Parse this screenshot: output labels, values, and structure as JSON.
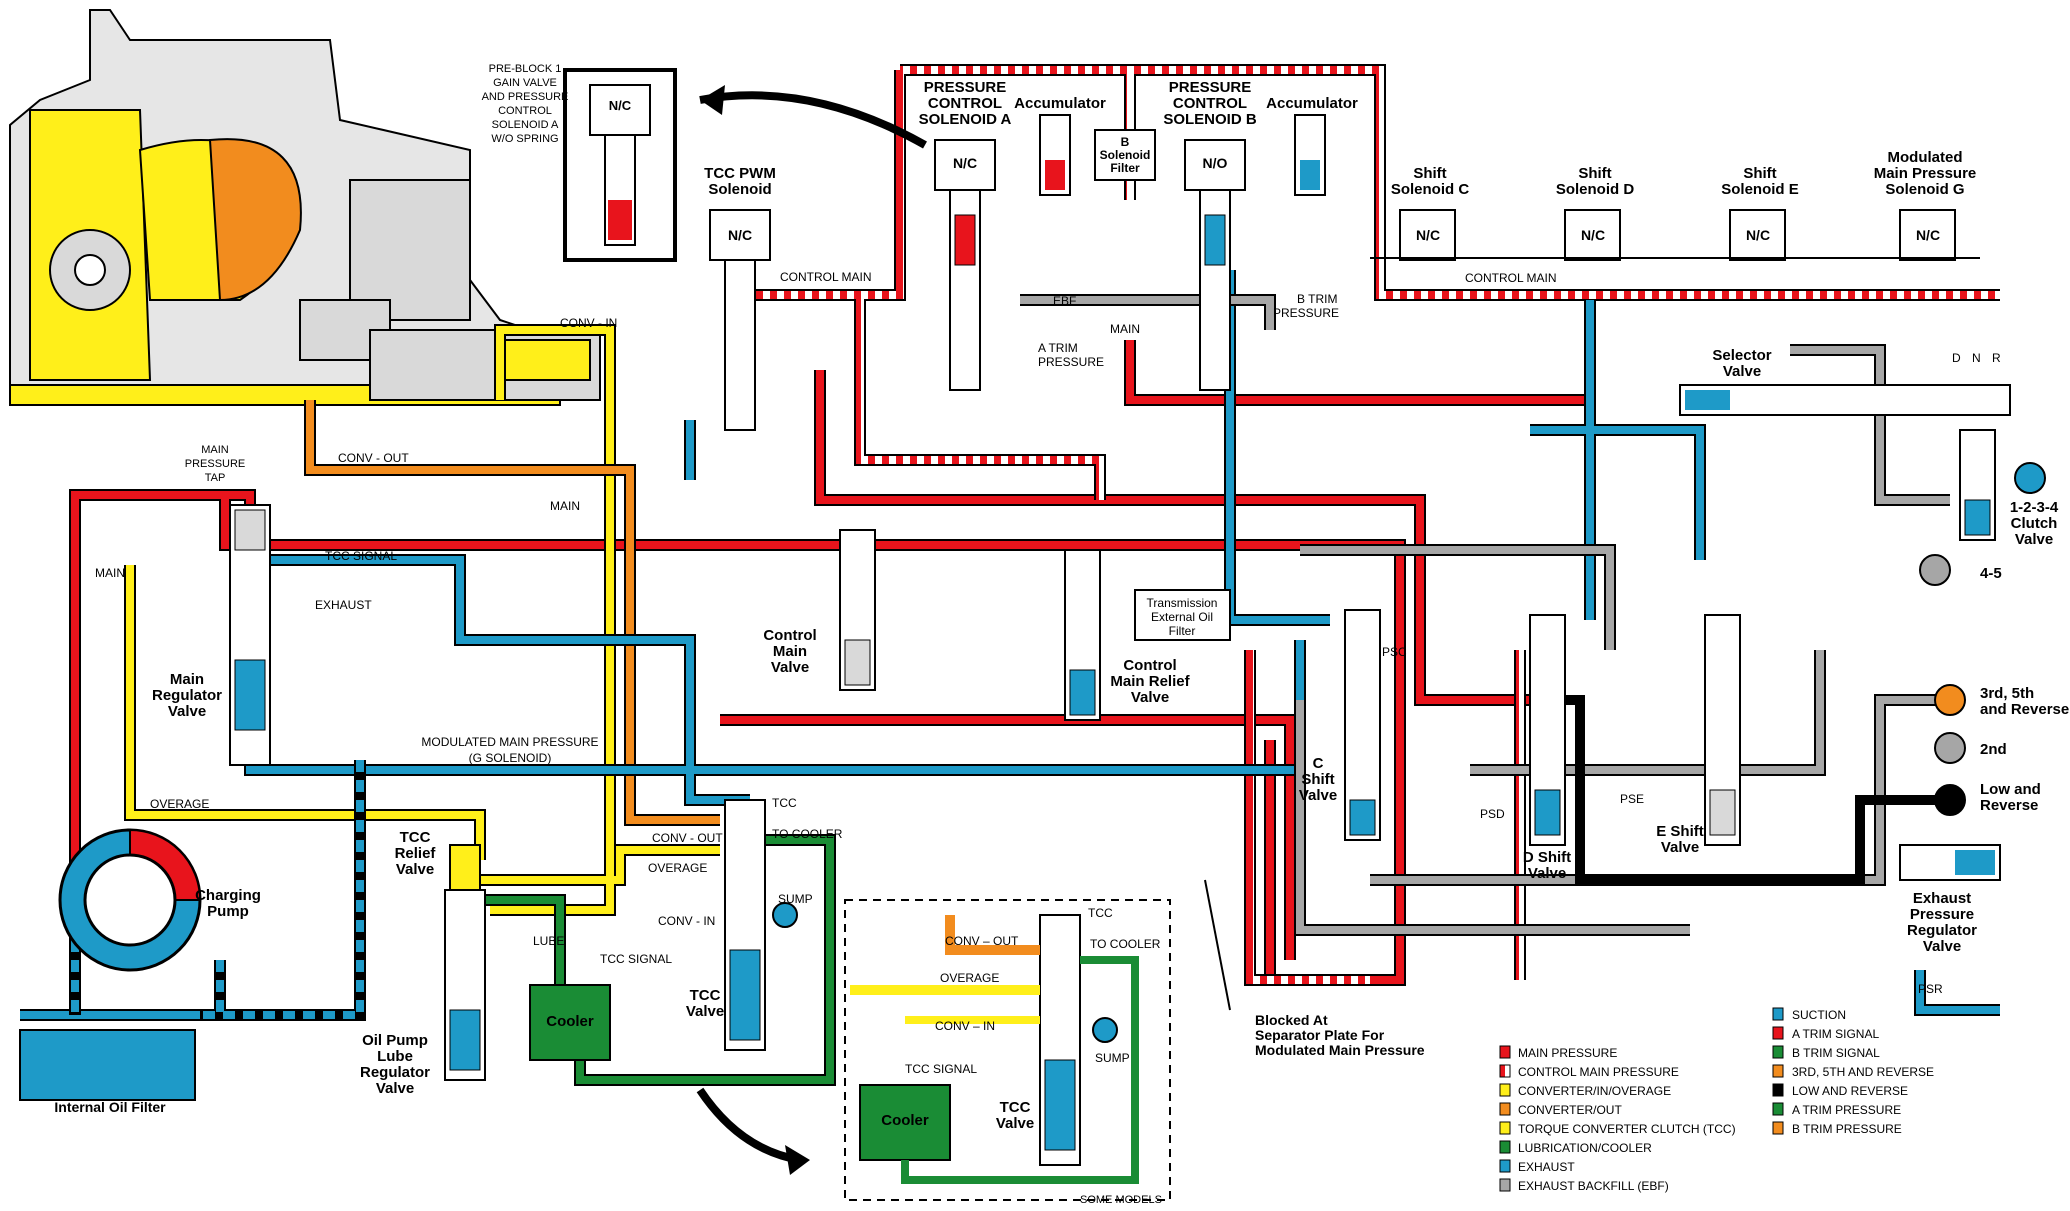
{
  "colors": {
    "main": "#e8141c",
    "control_main": "#e8141c",
    "converter_in": "#ffef1a",
    "converter_out": "#f28c1e",
    "tcc": "#ffef1a",
    "lube": "#1a8c35",
    "exhaust": "#1e9ac8",
    "ebf": "#a6a6a6",
    "low_rev": "#000000",
    "sump": "#1e9ac8"
  },
  "callouts": {
    "preblock": [
      "PRE-BLOCK 1",
      "GAIN VALVE",
      "AND PRESSURE",
      "CONTROL",
      "SOLENOID A",
      "W/O SPRING"
    ],
    "blocked": [
      "Blocked  At",
      "Separator Plate For",
      "Modulated Main Pressure"
    ],
    "some_models": "SOME MODELS"
  },
  "solenoids": {
    "psa": [
      "PRESSURE",
      "CONTROL",
      "SOLENOID A"
    ],
    "psb": [
      "PRESSURE",
      "CONTROL",
      "SOLENOID B"
    ],
    "accumulator": "Accumulator",
    "b_filter": [
      "B",
      "Solenoid",
      "Filter"
    ],
    "tcc_pwm": [
      "TCC PWM",
      "Solenoid"
    ],
    "shift_c": [
      "Shift",
      "Solenoid C"
    ],
    "shift_d": [
      "Shift",
      "Solenoid D"
    ],
    "shift_e": [
      "Shift",
      "Solenoid E"
    ],
    "mod_g": [
      "Modulated",
      "Main Pressure",
      "Solenoid G"
    ],
    "nc": "N/C",
    "no": "N/O"
  },
  "lines": {
    "control_main_left": "CONTROL  MAIN",
    "control_main_right": "CONTROL  MAIN",
    "ebf": "EBF",
    "main_top": "MAIN",
    "a_trim": [
      "A TRIM",
      "PRESSURE"
    ],
    "b_trim": [
      "B TRIM",
      "PRESSURE"
    ],
    "conv_in_top": "CONV - IN",
    "conv_out": "CONV - OUT",
    "main_pressure_tap": [
      "MAIN",
      "PRESSURE",
      "TAP"
    ],
    "main_left": "MAIN",
    "main_mid": "MAIN",
    "tcc_signal": "TCC SIGNAL",
    "exhaust": "EXHAUST",
    "modulated": [
      "MODULATED MAIN PRESSURE",
      "(G SOLENOID)"
    ],
    "overage": "OVERAGE",
    "overage2": "OVERAGE",
    "conv_out2": "CONV - OUT",
    "conv_in2": "CONV - IN",
    "tcc_signal2": "TCC SIGNAL",
    "lube": "LUBE",
    "tcc": "TCC",
    "to_cooler": "TO COOLER",
    "sump": "SUMP",
    "psr": "PSR",
    "psc": "PSC",
    "psd": "PSD",
    "pse": "PSE",
    "dnr": [
      "D",
      "N",
      "R"
    ]
  },
  "components": {
    "main_regulator": [
      "Main",
      "Regulator",
      "Valve"
    ],
    "charging_pump": [
      "Charging",
      "Pump"
    ],
    "internal_filter": "Internal Oil Filter",
    "oil_pump_lube": [
      "Oil Pump",
      "Lube",
      "Regulator",
      "Valve"
    ],
    "tcc_relief": [
      "TCC",
      "Relief",
      "Valve"
    ],
    "cooler": "Cooler",
    "tcc_valve": [
      "TCC",
      "Valve"
    ],
    "control_main_valve": [
      "Control",
      "Main",
      "Valve"
    ],
    "control_main_relief": [
      "Control",
      "Main Relief",
      "Valve"
    ],
    "trans_filter": [
      "Transmission",
      "External Oil",
      "Filter"
    ],
    "c_shift": [
      "C",
      "Shift",
      "Valve"
    ],
    "d_shift": [
      "D Shift",
      "Valve"
    ],
    "e_shift": [
      "E Shift",
      "Valve"
    ],
    "selector": [
      "Selector",
      "Valve"
    ],
    "clutch_1234": [
      "1-2-3-4",
      "Clutch",
      "Valve"
    ],
    "exhaust_reg": [
      "Exhaust",
      "Pressure",
      "Regulator",
      "Valve"
    ]
  },
  "clutches": {
    "c45": "4-5",
    "c3rd": [
      "3rd, 5th",
      "and Reverse"
    ],
    "c2nd": "2nd",
    "clow": [
      "Low and",
      "Reverse"
    ]
  },
  "inset": {
    "conv_out": "CONV – OUT",
    "tcc": "TCC",
    "to_cooler": "TO COOLER",
    "overage": "OVERAGE",
    "conv_in": "CONV – IN",
    "sump": "SUMP",
    "tcc_signal": "TCC SIGNAL",
    "cooler": "Cooler",
    "tcc_valve": [
      "TCC",
      "Valve"
    ]
  },
  "legend": {
    "left": [
      "MAIN  PRESSURE",
      "CONTROL MAIN PRESSURE",
      "CONVERTER/IN/OVERAGE",
      "CONVERTER/OUT",
      "TORQUE CONVERTER CLUTCH (TCC)",
      "LUBRICATION/COOLER",
      "EXHAUST",
      "EXHAUST  BACKFILL (EBF)"
    ],
    "right": [
      "SUCTION",
      "A TRIM  SIGNAL",
      "B TRIM  SIGNAL",
      "3RD, 5TH AND REVERSE",
      "LOW AND REVERSE",
      "A TRIM  PRESSURE",
      "B TRIM  PRESSURE"
    ]
  }
}
